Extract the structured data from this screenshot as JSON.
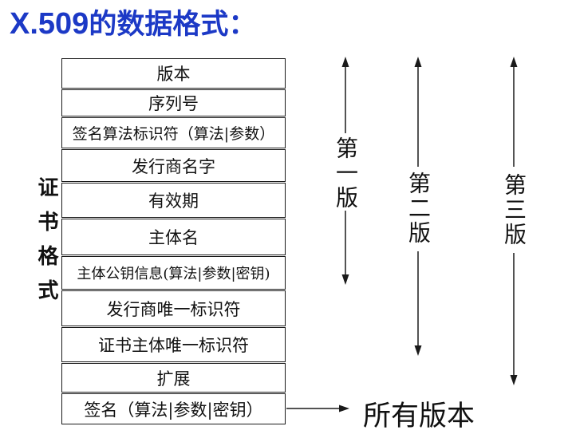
{
  "title": {
    "product": "X.509",
    "rest": "的数据格式："
  },
  "side_label": "证书格式",
  "certificate_fields": [
    "版本",
    "序列号",
    "签名算法标识符（算法|参数）",
    "发行商名字",
    "有效期",
    "主体名",
    "主体公钥信息(算法|参数|密钥)",
    "发行商唯一标识符",
    "证书主体唯一标识符",
    "扩展",
    "签名（算法|参数|密钥）"
  ],
  "versions": [
    "第一版",
    "第二版",
    "第三版"
  ],
  "all_versions_label": "所有版本",
  "colors": {
    "title_blue": "#1c39c6",
    "line_black": "#1a1a1a"
  }
}
